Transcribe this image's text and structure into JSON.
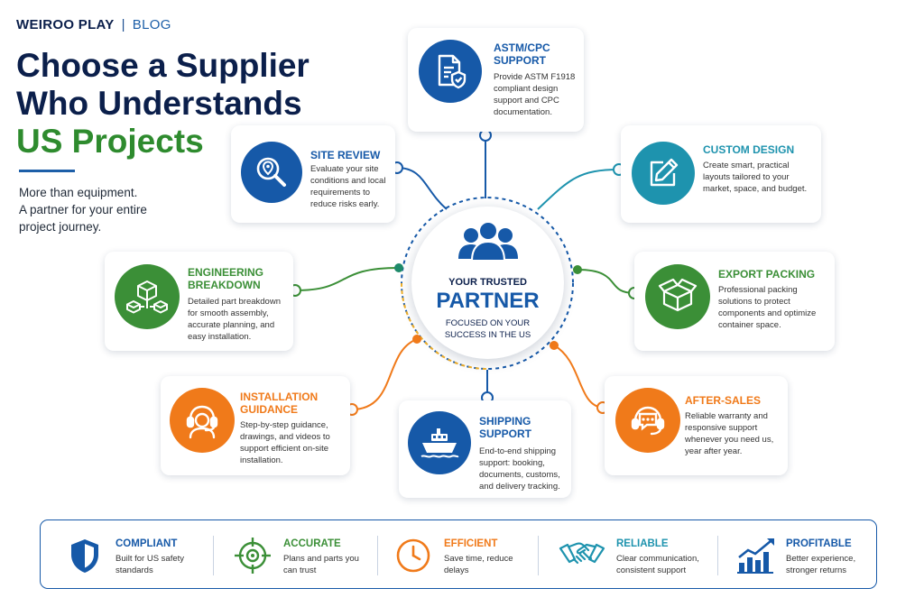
{
  "header": {
    "brand": "WEIROO PLAY",
    "separator": "|",
    "section": "BLOG"
  },
  "headline": {
    "line1": "Choose a Supplier",
    "line2": "Who Understands",
    "line3": "US Projects"
  },
  "tagline": {
    "line1": "More than equipment.",
    "line2": "A partner for your entire",
    "line3": "project journey."
  },
  "center": {
    "title_small": "YOUR TRUSTED",
    "title_big": "PARTNER",
    "subtitle_line1": "FOCUSED ON YOUR",
    "subtitle_line2": "SUCCESS IN THE US",
    "icon": "people-group-icon"
  },
  "cards": {
    "astm": {
      "title_line1": "ASTM/CPC",
      "title_line2": "SUPPORT",
      "desc": "Provide ASTM F1918 compliant design support and CPC documentation.",
      "icon": "document-shield-icon"
    },
    "site_review": {
      "title": "SITE REVIEW",
      "desc": "Evaluate your site conditions and local requirements to reduce risks early.",
      "icon": "magnifier-location-icon"
    },
    "custom_design": {
      "title": "CUSTOM DESIGN",
      "desc": "Create smart, practical layouts tailored to your market, space, and budget.",
      "icon": "pencil-edit-icon"
    },
    "engineering": {
      "title_line1": "ENGINEERING",
      "title_line2": "BREAKDOWN",
      "desc": "Detailed part breakdown for smooth assembly, accurate planning, and easy installation.",
      "icon": "cube-parts-icon"
    },
    "export_packing": {
      "title": "EXPORT PACKING",
      "desc": "Professional packing solutions to protect components and optimize container space.",
      "icon": "box-icon"
    },
    "installation": {
      "title_line1": "INSTALLATION",
      "title_line2": "GUIDANCE",
      "desc": "Step-by-step guidance, drawings, and videos to support efficient on-site installation.",
      "icon": "headset-support-icon"
    },
    "shipping": {
      "title_line1": "SHIPPING",
      "title_line2": "SUPPORT",
      "desc": "End-to-end shipping support: booking, documents, customs, and delivery tracking.",
      "icon": "ship-icon"
    },
    "after_sales": {
      "title": "AFTER-SALES",
      "desc": "Reliable warranty and responsive support whenever you need us, year after year.",
      "icon": "chat-headset-icon"
    }
  },
  "features": [
    {
      "title": "COMPLIANT",
      "desc": "Built for US safety standards",
      "icon": "shield-icon",
      "color": "#1659a8"
    },
    {
      "title": "ACCURATE",
      "desc": "Plans and parts you can trust",
      "icon": "target-icon",
      "color": "#3b8f37"
    },
    {
      "title": "EFFICIENT",
      "desc": "Save time, reduce delays",
      "icon": "clock-icon",
      "color": "#f07a1a"
    },
    {
      "title": "RELIABLE",
      "desc": "Clear communication, consistent support",
      "icon": "handshake-icon",
      "color": "#1e93ae"
    },
    {
      "title": "PROFITABLE",
      "desc": "Better experience, stronger returns",
      "icon": "growth-chart-icon",
      "color": "#1659a8"
    }
  ],
  "colors": {
    "navy": "#0b1f4b",
    "blue": "#1659a8",
    "teal": "#1e93ae",
    "green": "#3b8f37",
    "orange": "#f07a1a"
  }
}
